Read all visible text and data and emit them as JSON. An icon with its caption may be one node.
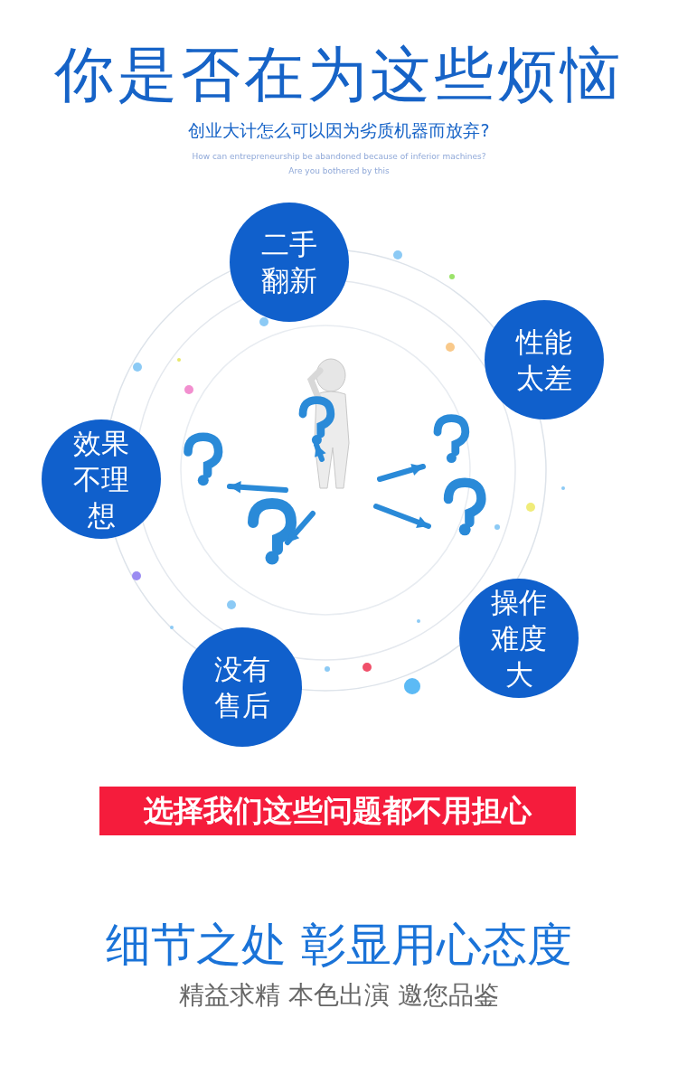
{
  "diagram": {
    "title": "你是否在为这些烦恼",
    "nodes": [
      {
        "text": [
          "二手翻新"
        ]
      },
      {
        "text": [
          "性能太差"
        ]
      },
      {
        "text": [
          "效果不理想"
        ]
      },
      {
        "text": [
          "操作难度大"
        ]
      },
      {
        "text": [
          "没有售后"
        ]
      },
      {
        "text": [
          "选择我们这些问题都不用担心"
        ]
      }
    ],
    "labels": [
      "创业大计怎么可以因为劣质机器而放弃?",
      "How can entrepreneurship be abandoned because of inferior machines?",
      "Are you bothered by this",
      "细节之处 彰显用心态度",
      "精益求精 本色出演 邀您品鉴"
    ]
  }
}
